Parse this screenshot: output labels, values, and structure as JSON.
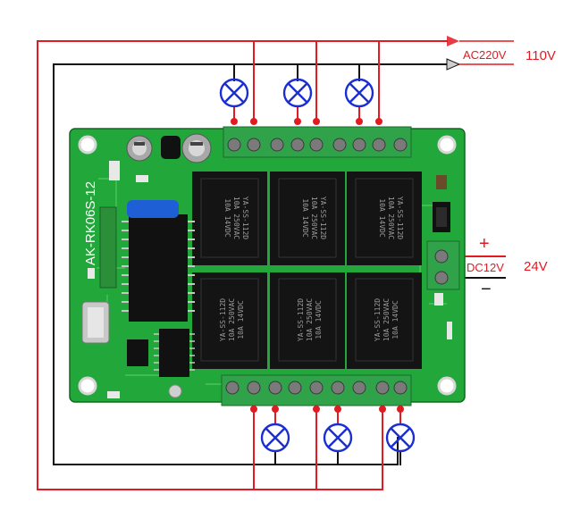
{
  "labels": {
    "ac_source": "AC220V",
    "ac_alt": "110V",
    "dc_source": "DC12V",
    "dc_alt": "24V",
    "plus": "+",
    "minus": "−"
  },
  "board": {
    "model": "AK-RK06S-12",
    "relay_rating_a": "10A 250VAC",
    "relay_rating_b": "10A 14VDC",
    "relay_model": "YA-SS-112D"
  },
  "colors": {
    "live_wire": "#e21b23",
    "neutral_wire": "#111111",
    "board": "#22a83a",
    "relay": "#141414",
    "terminal": "#2fa24a",
    "lamp": "#1b2fd1"
  },
  "icons": [
    "lamp-icon",
    "relay-icon",
    "terminal-block-icon",
    "capacitor-icon",
    "chip-icon",
    "jumper-icon",
    "crystal-icon"
  ]
}
